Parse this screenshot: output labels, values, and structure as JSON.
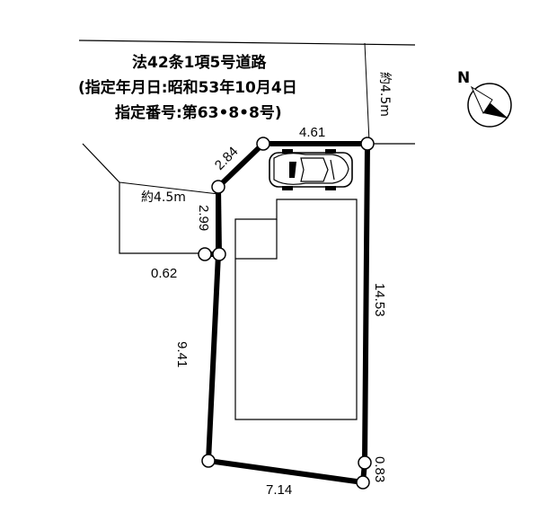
{
  "road": {
    "line1": "法42条1項5号道路",
    "line2": "(指定年月日:昭和53年10月4日",
    "line3": "指定番号:第63•8•8号)"
  },
  "road_width_north": "約4.5m",
  "road_width_west": "約4.5m",
  "compass": {
    "label": "N"
  },
  "dimensions": {
    "north_edge": "4.61",
    "northwest_chamfer": "2.84",
    "west_upper": "2.99",
    "west_jog": "0.62",
    "west_lower": "9.41",
    "east_edge": "14.53",
    "south_edge": "7.14",
    "southeast_chamfer": "0.83"
  },
  "colors": {
    "line": "#000000",
    "background": "#ffffff"
  }
}
